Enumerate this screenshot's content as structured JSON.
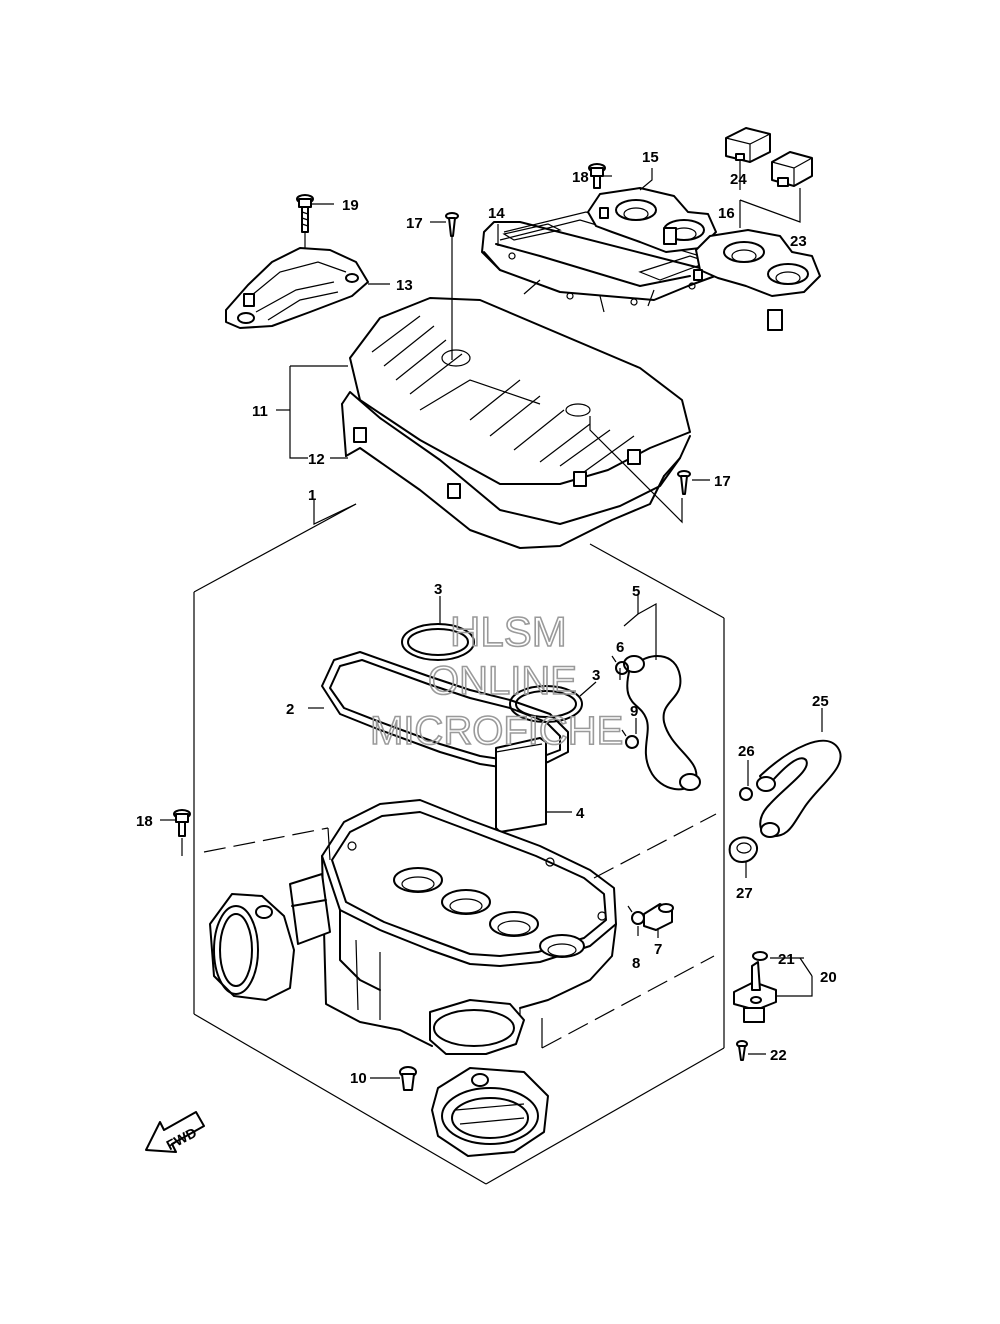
{
  "diagram": {
    "callouts": [
      {
        "id": "c1",
        "label": "1"
      },
      {
        "id": "c2",
        "label": "2"
      },
      {
        "id": "c3a",
        "label": "3"
      },
      {
        "id": "c3b",
        "label": "3"
      },
      {
        "id": "c4",
        "label": "4"
      },
      {
        "id": "c5",
        "label": "5"
      },
      {
        "id": "c6",
        "label": "6"
      },
      {
        "id": "c7",
        "label": "7"
      },
      {
        "id": "c8",
        "label": "8"
      },
      {
        "id": "c9",
        "label": "9"
      },
      {
        "id": "c10",
        "label": "10"
      },
      {
        "id": "c11",
        "label": "11"
      },
      {
        "id": "c12",
        "label": "12"
      },
      {
        "id": "c13",
        "label": "13"
      },
      {
        "id": "c14",
        "label": "14"
      },
      {
        "id": "c15",
        "label": "15"
      },
      {
        "id": "c16",
        "label": "16"
      },
      {
        "id": "c17a",
        "label": "17"
      },
      {
        "id": "c17b",
        "label": "17"
      },
      {
        "id": "c18a",
        "label": "18"
      },
      {
        "id": "c18b",
        "label": "18"
      },
      {
        "id": "c19",
        "label": "19"
      },
      {
        "id": "c20",
        "label": "20"
      },
      {
        "id": "c21",
        "label": "21"
      },
      {
        "id": "c22",
        "label": "22"
      },
      {
        "id": "c23",
        "label": "23"
      },
      {
        "id": "c24",
        "label": "24"
      },
      {
        "id": "c25",
        "label": "25"
      },
      {
        "id": "c26",
        "label": "26"
      },
      {
        "id": "c27",
        "label": "27"
      }
    ],
    "direction_arrow": "FWD",
    "watermark": [
      "HLSM",
      "ONLINE",
      "MICROFICHE"
    ],
    "colors": {
      "line": "#000000",
      "background": "#ffffff",
      "watermark": "#9a9a9a"
    }
  }
}
